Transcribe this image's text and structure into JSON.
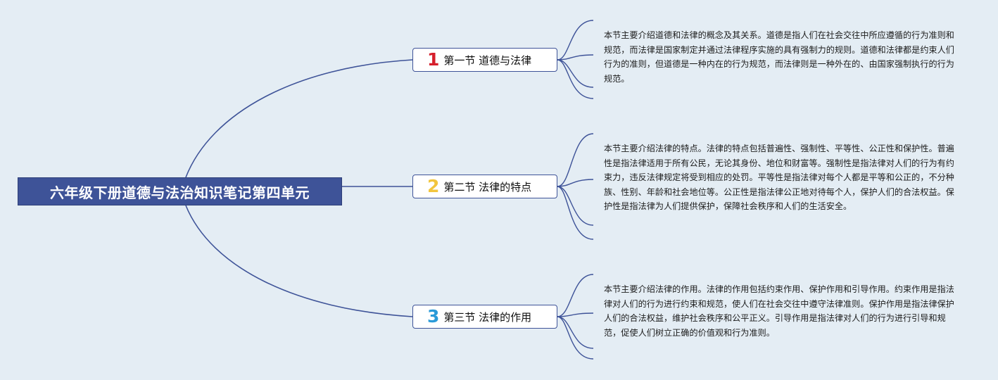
{
  "colors": {
    "background": "#e4edf4",
    "root_fill": "#3e5398",
    "connector": "#3e5398",
    "branch_border": "#3e5398",
    "num1": "#d61f2c",
    "num2": "#f2c53d",
    "num3": "#2a9ad8"
  },
  "root": {
    "title": "六年级下册道德与法治知识笔记第四单元"
  },
  "branches": [
    {
      "number": "1",
      "title": "第一节 道德与法律",
      "description": "本节主要介绍道德和法律的概念及其关系。道德是指人们在社会交往中所应遵循的行为准则和规范，而法律是国家制定并通过法律程序实施的具有强制力的规则。道德和法律都是约束人们行为的准则，但道德是一种内在的行为规范，而法律则是一种外在的、由国家强制执行的行为规范。"
    },
    {
      "number": "2",
      "title": "第二节 法律的特点",
      "description": "本节主要介绍法律的特点。法律的特点包括普遍性、强制性、平等性、公正性和保护性。普遍性是指法律适用于所有公民，无论其身份、地位和财富等。强制性是指法律对人们的行为有约束力，违反法律规定将受到相应的处罚。平等性是指法律对每个人都是平等和公正的，不分种族、性别、年龄和社会地位等。公正性是指法律公正地对待每个人，保护人们的合法权益。保护性是指法律为人们提供保护，保障社会秩序和人们的生活安全。"
    },
    {
      "number": "3",
      "title": "第三节 法律的作用",
      "description": "本节主要介绍法律的作用。法律的作用包括约束作用、保护作用和引导作用。约束作用是指法律对人们的行为进行约束和规范，使人们在社会交往中遵守法律准则。保护作用是指法律保护人们的合法权益，维护社会秩序和公平正义。引导作用是指法律对人们的行为进行引导和规范，促使人们树立正确的价值观和行为准则。"
    }
  ]
}
